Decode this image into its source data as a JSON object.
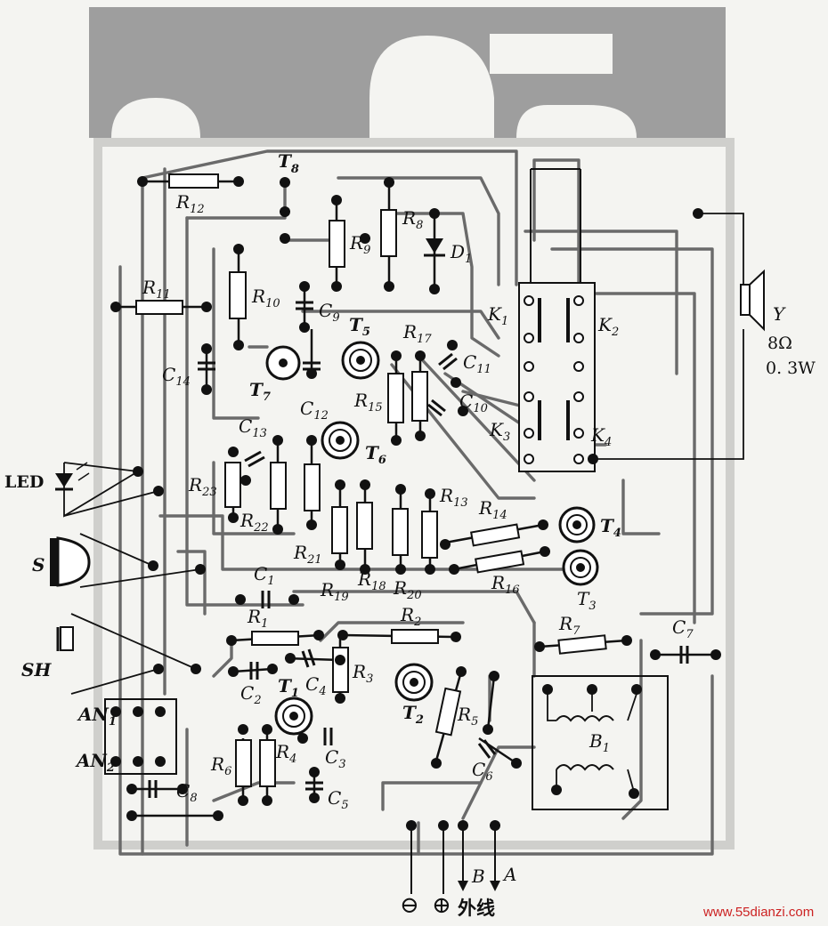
{
  "labels": {
    "T8": "T",
    "T8s": "8",
    "R12": "R",
    "R12s": "12",
    "R9": "R",
    "R9s": "9",
    "R8": "R",
    "R8s": "8",
    "D1": "D",
    "D1s": "1",
    "R11": "R",
    "R11s": "11",
    "R10": "R",
    "R10s": "10",
    "C9": "C",
    "C9s": "9",
    "K1": "K",
    "K1s": "1",
    "K2": "K",
    "K2s": "2",
    "Y": "Y",
    "speaker_ohm": "8Ω",
    "speaker_w": "0. 3W",
    "C14": "C",
    "C14s": "14",
    "T7": "T",
    "T7s": "7",
    "T5": "T",
    "T5s": "5",
    "R17": "R",
    "R17s": "17",
    "C11": "C",
    "C11s": "11",
    "C12": "C",
    "C12s": "12",
    "R15": "R",
    "R15s": "15",
    "C10": "C",
    "C10s": "10",
    "K3": "K",
    "K3s": "3",
    "K4": "K",
    "K4s": "4",
    "C13": "C",
    "C13s": "13",
    "T6": "T",
    "T6s": "6",
    "LED": "LED",
    "R23": "R",
    "R23s": "23",
    "R22": "R",
    "R22s": "22",
    "R21": "R",
    "R21s": "21",
    "R13": "R",
    "R13s": "13",
    "R14": "R",
    "R14s": "14",
    "T4": "T",
    "T4s": "4",
    "S": "S",
    "R16": "R",
    "R16s": "16",
    "T3": "T",
    "T3s": "3",
    "R19": "R",
    "R19s": "19",
    "R18": "R",
    "R18s": "18",
    "R20": "R",
    "R20s": "20",
    "C1": "C",
    "C1s": "1",
    "R1": "R",
    "R1s": "1",
    "R2": "R",
    "R2s": "2",
    "R7": "R",
    "R7s": "7",
    "C7": "C",
    "C7s": "7",
    "SH": "SH",
    "C2": "C",
    "C2s": "2",
    "C4": "C",
    "C4s": "4",
    "R3": "R",
    "R3s": "3",
    "T1": "T",
    "T1s": "1",
    "T2": "T",
    "T2s": "2",
    "R5": "R",
    "R5s": "5",
    "AN1": "AN",
    "AN1s": "1",
    "AN2": "AN",
    "AN2s": "2",
    "R6": "R",
    "R6s": "6",
    "R4": "R",
    "R4s": "4",
    "C3": "C",
    "C3s": "3",
    "C6": "C",
    "C6s": "6",
    "B1": "B",
    "B1s": "1",
    "C8": "C",
    "C8s": "8",
    "C5": "C",
    "C5s": "5",
    "B": "B",
    "A": "A",
    "minus": "⊖",
    "plus": "⊕",
    "outer_line": "外线"
  },
  "watermark": "www.55dianzi.com"
}
